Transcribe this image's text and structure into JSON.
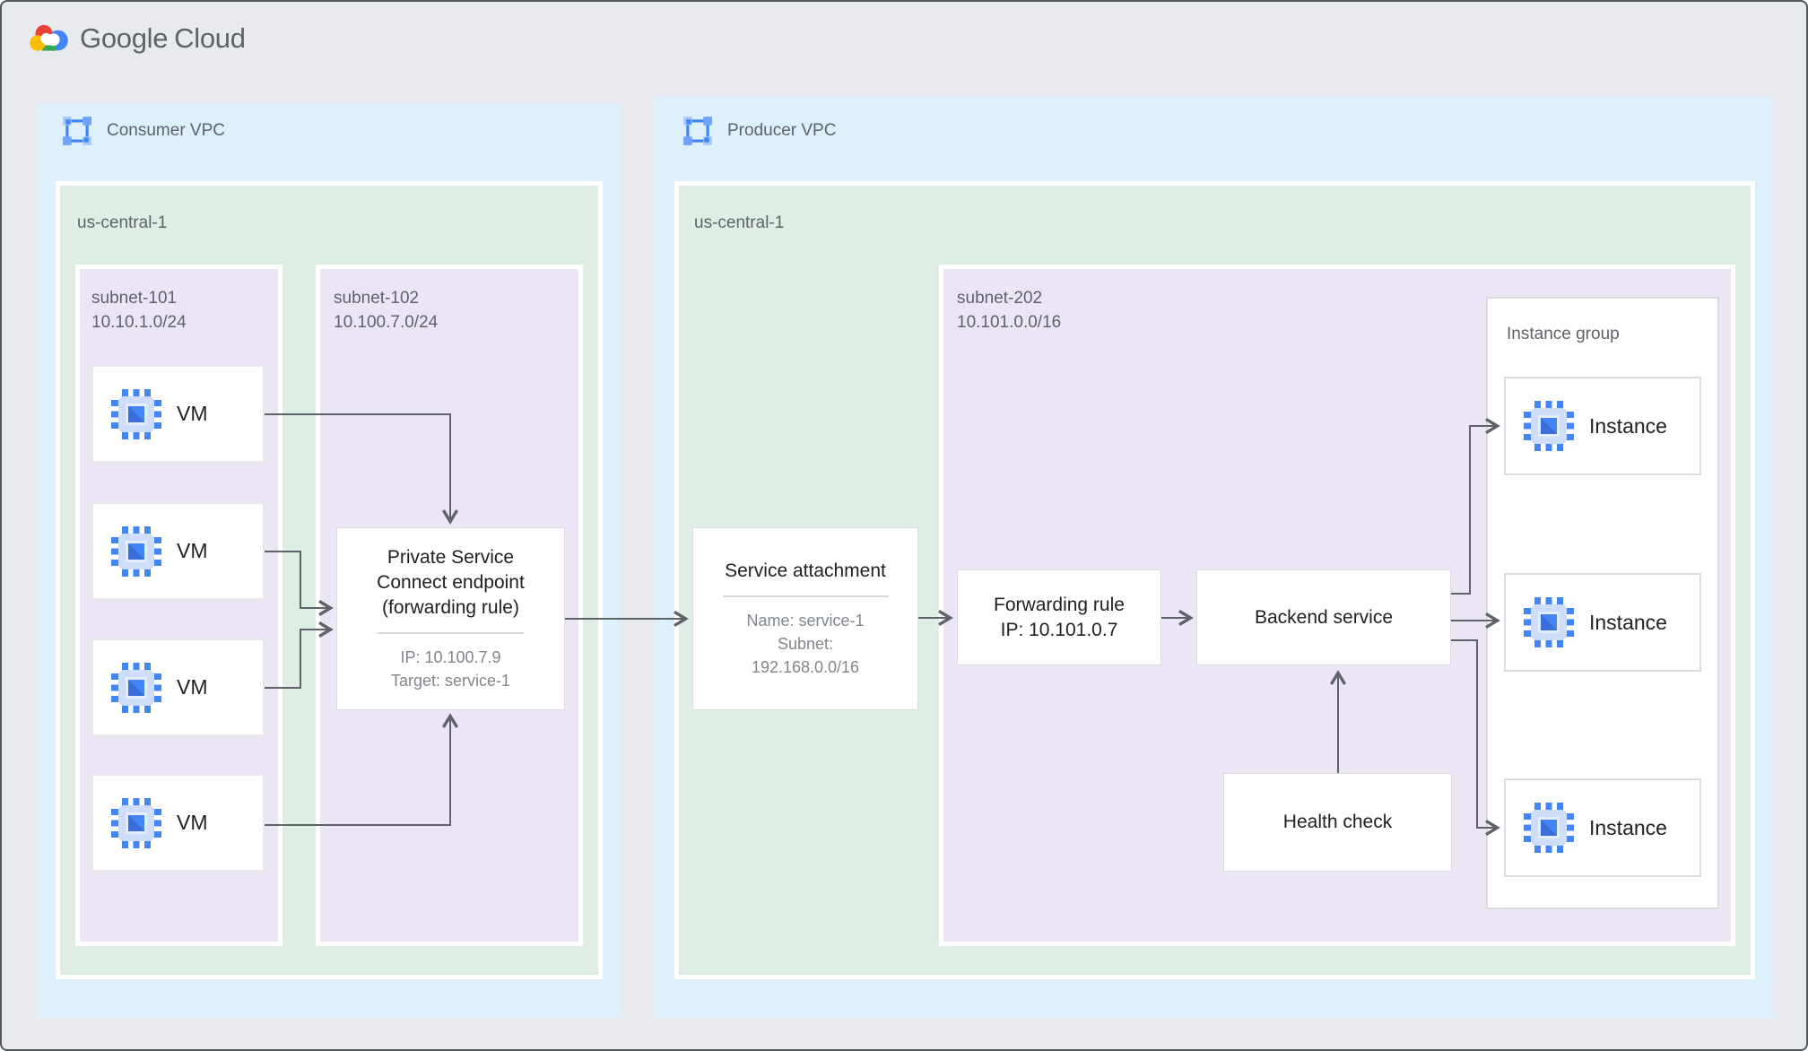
{
  "logo": {
    "brand": "Google",
    "product": "Cloud"
  },
  "consumer_vpc": {
    "label": "Consumer VPC",
    "region_label": "us-central-1",
    "subnet_101": {
      "name": "subnet-101",
      "cidr": "10.10.1.0/24"
    },
    "subnet_102": {
      "name": "subnet-102",
      "cidr": "10.100.7.0/24"
    },
    "vms": [
      "VM",
      "VM",
      "VM",
      "VM"
    ],
    "psc_endpoint": {
      "title": "Private Service Connect endpoint (forwarding rule)",
      "ip": "IP: 10.100.7.9",
      "target": "Target: service-1"
    }
  },
  "producer_vpc": {
    "label": "Producer VPC",
    "region_label": "us-central-1",
    "service_attachment": {
      "title": "Service attachment",
      "name": "Name: service-1",
      "subnet_label": "Subnet:",
      "subnet_cidr": "192.168.0.0/16"
    },
    "subnet_202": {
      "name": "subnet-202",
      "cidr": "10.101.0.0/16"
    },
    "forwarding_rule": {
      "title": "Forwarding rule",
      "ip": "IP: 10.101.0.7"
    },
    "backend_service": {
      "title": "Backend service"
    },
    "health_check": {
      "title": "Health check"
    },
    "instance_group": {
      "label": "Instance group",
      "instances": [
        "Instance",
        "Instance",
        "Instance"
      ]
    }
  },
  "colors": {
    "page_bg": "#e8eaed",
    "vpc_bg": "#ddf0fb",
    "region_bg": "#dfeee5",
    "subnet_bg": "#ebe5f6",
    "arrow": "#5f6368",
    "google_blue": "#4285f4",
    "google_red": "#ea4335",
    "google_yellow": "#fbbc04",
    "google_green": "#34a853"
  }
}
